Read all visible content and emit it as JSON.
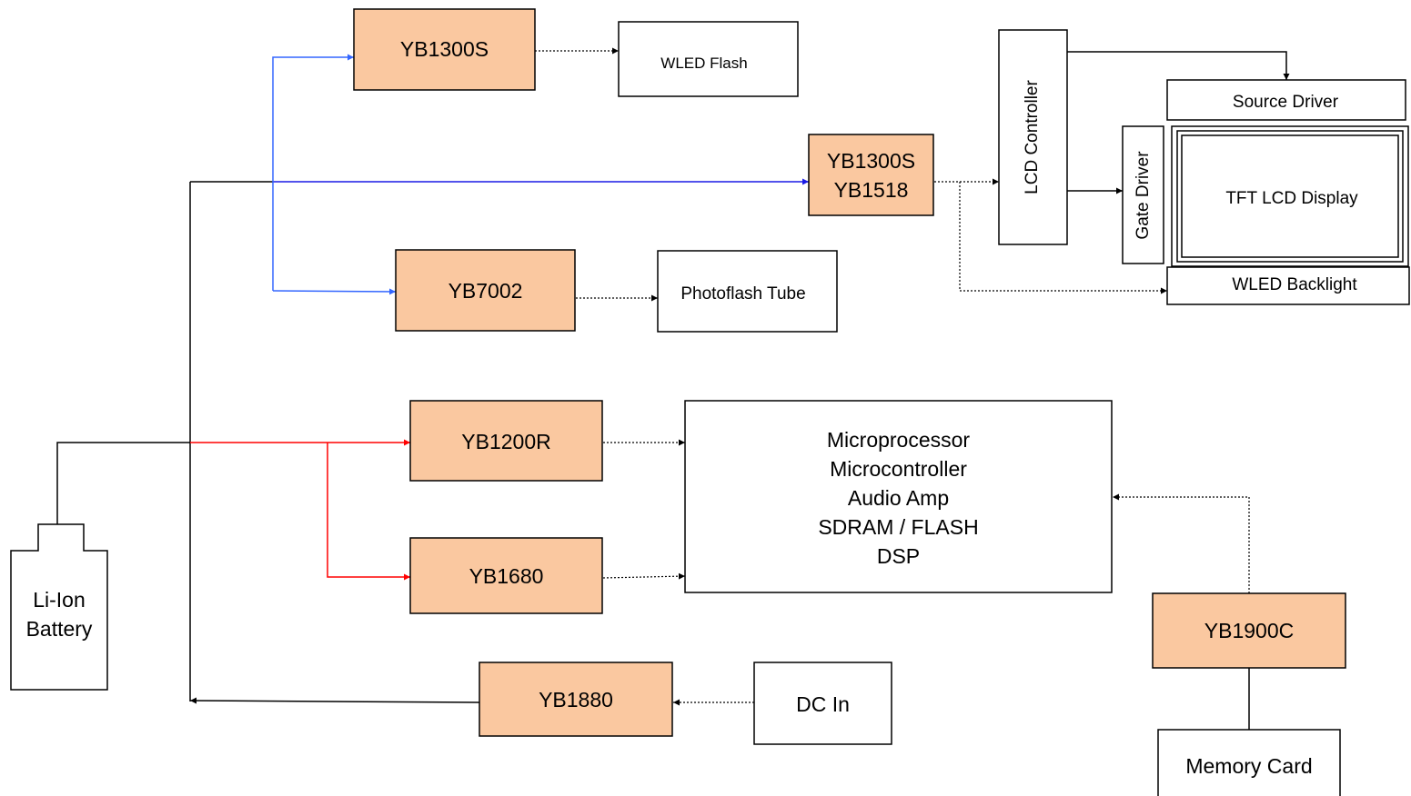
{
  "colors": {
    "chip_fill": "#FAC8A0",
    "box_fill": "#FFFFFF",
    "line_black": "#000000",
    "line_blue": "#1A1AE6",
    "line_light_blue": "#3366FF",
    "line_red": "#FF0000"
  },
  "blocks": {
    "battery": {
      "line1": "Li-Ion",
      "line2": "Battery"
    },
    "yb1300s_top": "YB1300S",
    "wled_flash": "WLED Flash",
    "yb1300s_mid": {
      "line1": "YB1300S",
      "line2": "YB1518"
    },
    "yb7002": "YB7002",
    "photoflash_tube": "Photoflash Tube",
    "lcd_controller": "LCD Controller",
    "source_driver": "Source Driver",
    "gate_driver": "Gate Driver",
    "tft_display": "TFT LCD Display",
    "wled_backlight": "WLED Backlight",
    "yb1200r": "YB1200R",
    "yb1680": "YB1680",
    "processor": {
      "lines": [
        "Microprocessor",
        "Microcontroller",
        "Audio Amp",
        "SDRAM / FLASH",
        "DSP"
      ]
    },
    "yb1900c": "YB1900C",
    "memory_card": "Memory Card",
    "yb1880": "YB1880",
    "dc_in": "DC In"
  }
}
